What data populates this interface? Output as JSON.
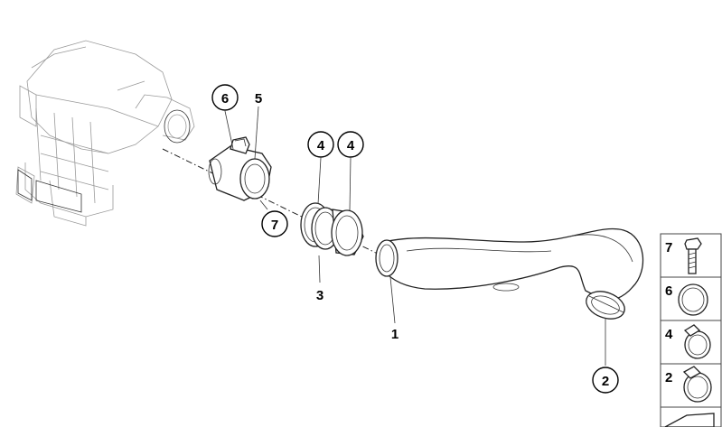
{
  "callouts": {
    "c6_top": "6",
    "c5": "5",
    "c4_left": "4",
    "c4_right": "4",
    "c7_bottom": "7",
    "c3": "3",
    "c1": "1",
    "c2": "2"
  },
  "side_panel": {
    "items": [
      "7",
      "6",
      "4",
      "2"
    ]
  }
}
